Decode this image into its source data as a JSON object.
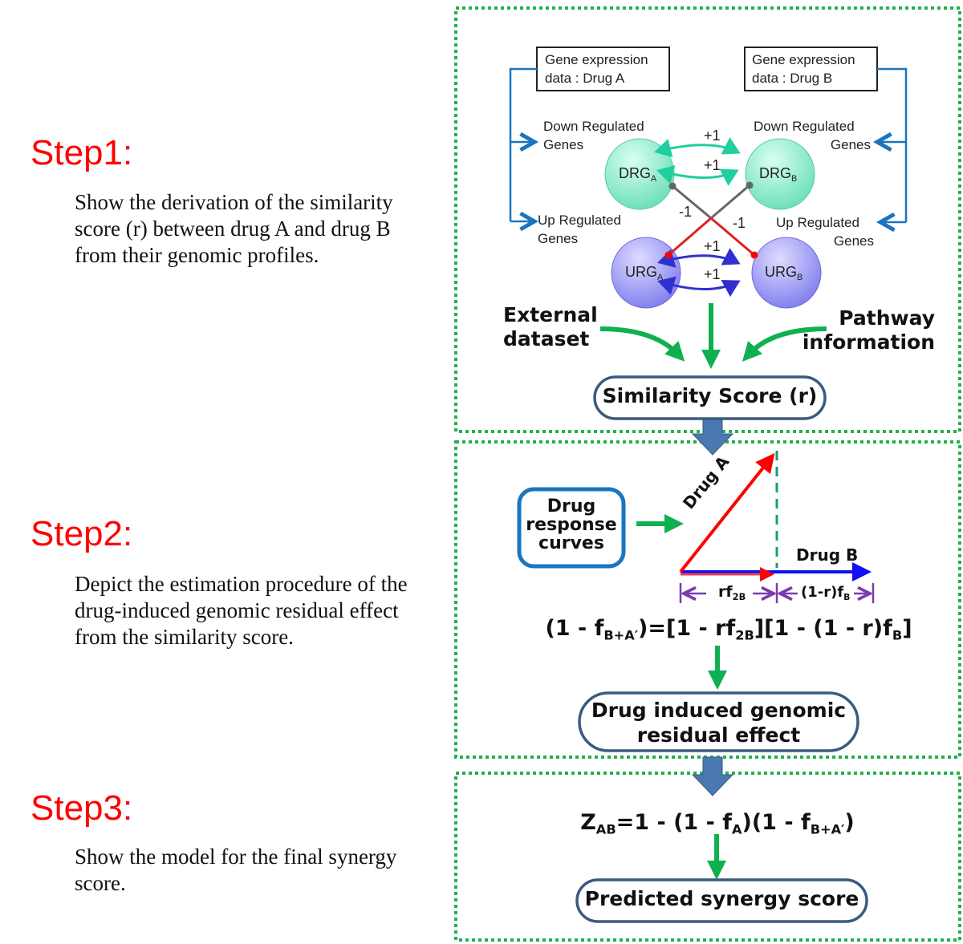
{
  "steps": [
    {
      "label": "Step1:",
      "description": "Show the derivation of the similarity score (r) between drug A and drug B from their genomic profiles."
    },
    {
      "label": "Step2:",
      "description": "Depict the estimation procedure of the drug-induced genomic residual effect from the similarity score."
    },
    {
      "label": "Step3:",
      "description": "Show the model for the final synergy score."
    }
  ],
  "panel1": {
    "gene_box_a": [
      "Gene expression",
      "data : Drug A"
    ],
    "gene_box_b": [
      "Gene expression",
      "data : Drug B"
    ],
    "down_left": [
      "Down Regulated",
      "Genes"
    ],
    "down_right": [
      "Down Regulated",
      "Genes"
    ],
    "up_left": [
      "Up Regulated",
      "Genes"
    ],
    "up_right": [
      "Up Regulated",
      "Genes"
    ],
    "nodes": {
      "drg_a": {
        "base": "DRG",
        "sub": "A"
      },
      "drg_b": {
        "base": "DRG",
        "sub": "B"
      },
      "urg_a": {
        "base": "URG",
        "sub": "A"
      },
      "urg_b": {
        "base": "URG",
        "sub": "B"
      }
    },
    "edge_labels": {
      "drg_top": "+1",
      "drg_bottom": "+1",
      "urg_top": "+1",
      "urg_bottom": "+1",
      "cross_left": "-1",
      "cross_right": "-1"
    },
    "external": [
      "External",
      "dataset"
    ],
    "pathway": [
      "Pathway",
      "information"
    ],
    "similarity": "Similarity Score (r)"
  },
  "panel2": {
    "drug_response": [
      "Drug",
      "response",
      "curves"
    ],
    "drug_a": "Drug A",
    "drug_b": "Drug B",
    "dim_left": {
      "base": "rf",
      "sub": "2B"
    },
    "dim_right": {
      "base": "(1-r)f",
      "sub": "B"
    },
    "formula": [
      {
        "t": "(1 - f"
      },
      {
        "s": "B+A′"
      },
      {
        "t": ")=[1 - rf"
      },
      {
        "s": "2B"
      },
      {
        "t": "][1 - (1 - r)f"
      },
      {
        "s": "B"
      },
      {
        "t": "]"
      }
    ],
    "residual": [
      "Drug induced genomic",
      "residual effect"
    ]
  },
  "panel3": {
    "formula": [
      {
        "t": "Z"
      },
      {
        "s": "AB"
      },
      {
        "t": "=1 - (1 - f"
      },
      {
        "s": "A"
      },
      {
        "t": ")(1 - f"
      },
      {
        "s": "B+A′"
      },
      {
        "t": ")"
      }
    ],
    "synergy": "Predicted synergy score"
  },
  "colors": {
    "step_label": "#ff0000",
    "dashed_border": "#22b14c",
    "bracket_blue": "#1a75c0",
    "drg_fill": "#7fe8c4",
    "urg_fill": "#8f8ff0",
    "green_arrow": "#10b050",
    "pill_border": "#3b5a80",
    "purple": "#7a3cb0"
  }
}
